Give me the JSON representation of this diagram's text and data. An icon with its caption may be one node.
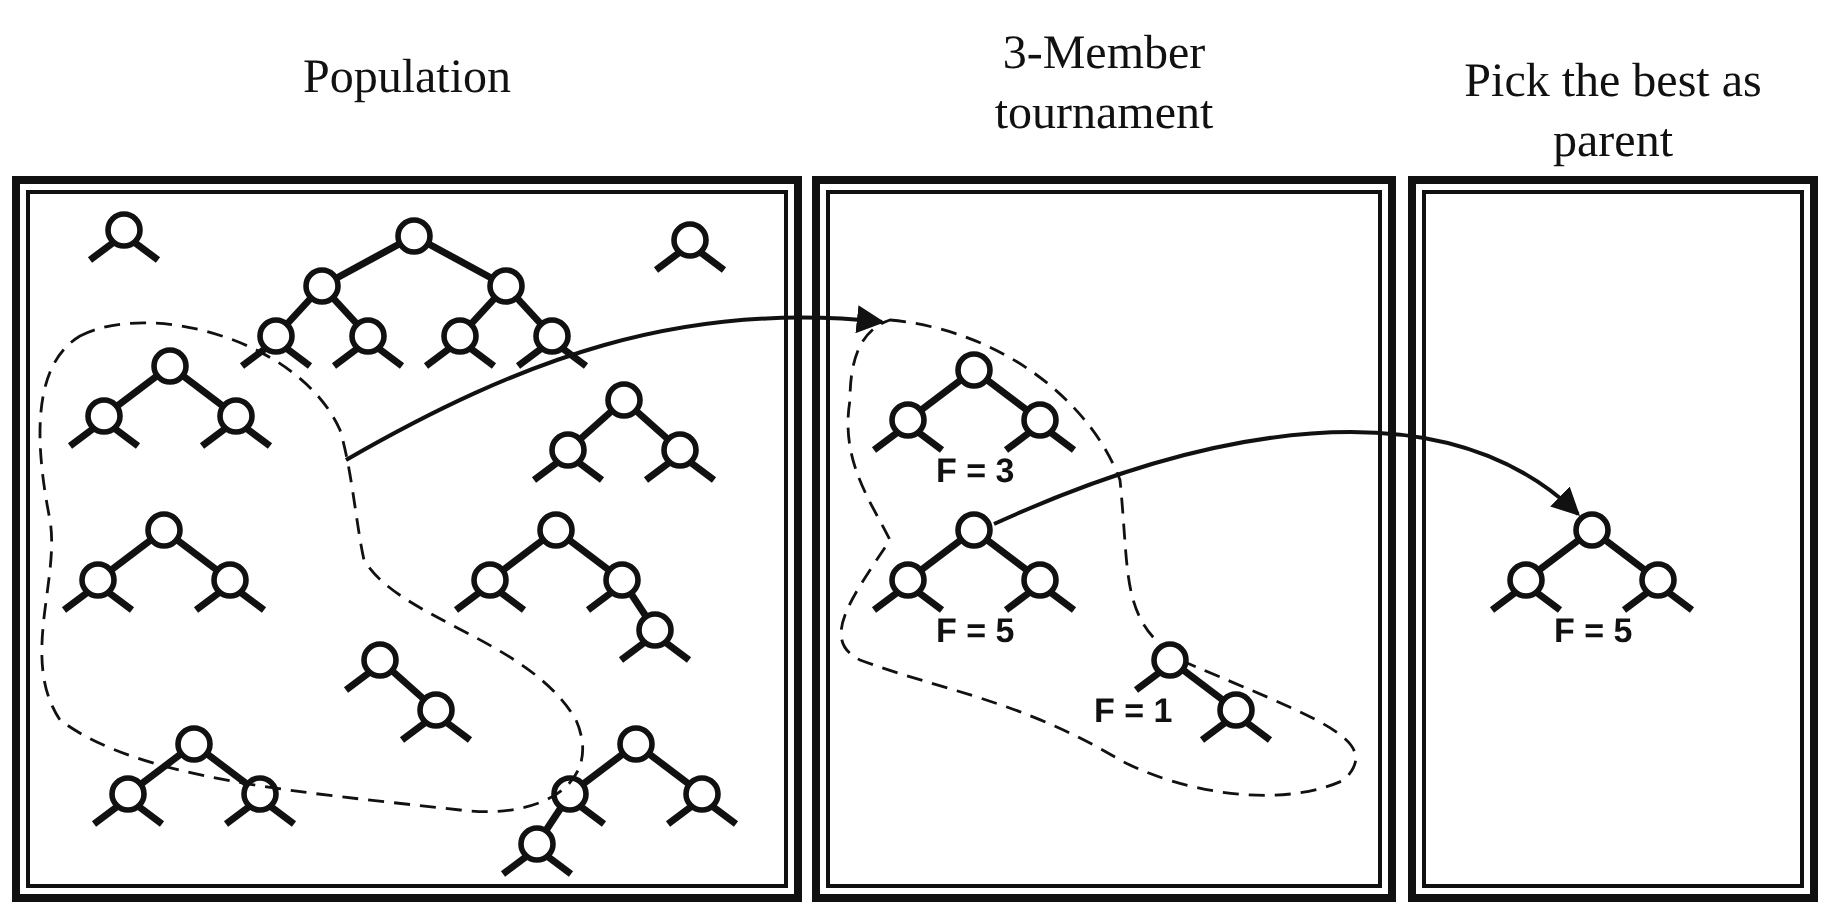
{
  "diagram": {
    "nodes": [
      {
        "text": [
          "Population"
        ]
      },
      {
        "text": [
          "3-Member tournament"
        ]
      },
      {
        "text": [
          "Pick the best as parent"
        ]
      },
      {
        "text": [],
        "shape": "cloud",
        "in": 0
      },
      {
        "text": [],
        "shape": "cloud",
        "in": 1
      },
      {
        "text": [
          "F = 3"
        ],
        "in": 4
      },
      {
        "text": [
          "F = 5"
        ],
        "in": 4
      },
      {
        "text": [
          "F = 1"
        ],
        "in": 4
      },
      {
        "text": [
          "F = 5"
        ],
        "in": 2
      }
    ],
    "edges": [
      {
        "from": 3,
        "to": 4,
        "arrow": "to"
      },
      {
        "from": 6,
        "to": 8,
        "arrow": "to"
      }
    ]
  }
}
